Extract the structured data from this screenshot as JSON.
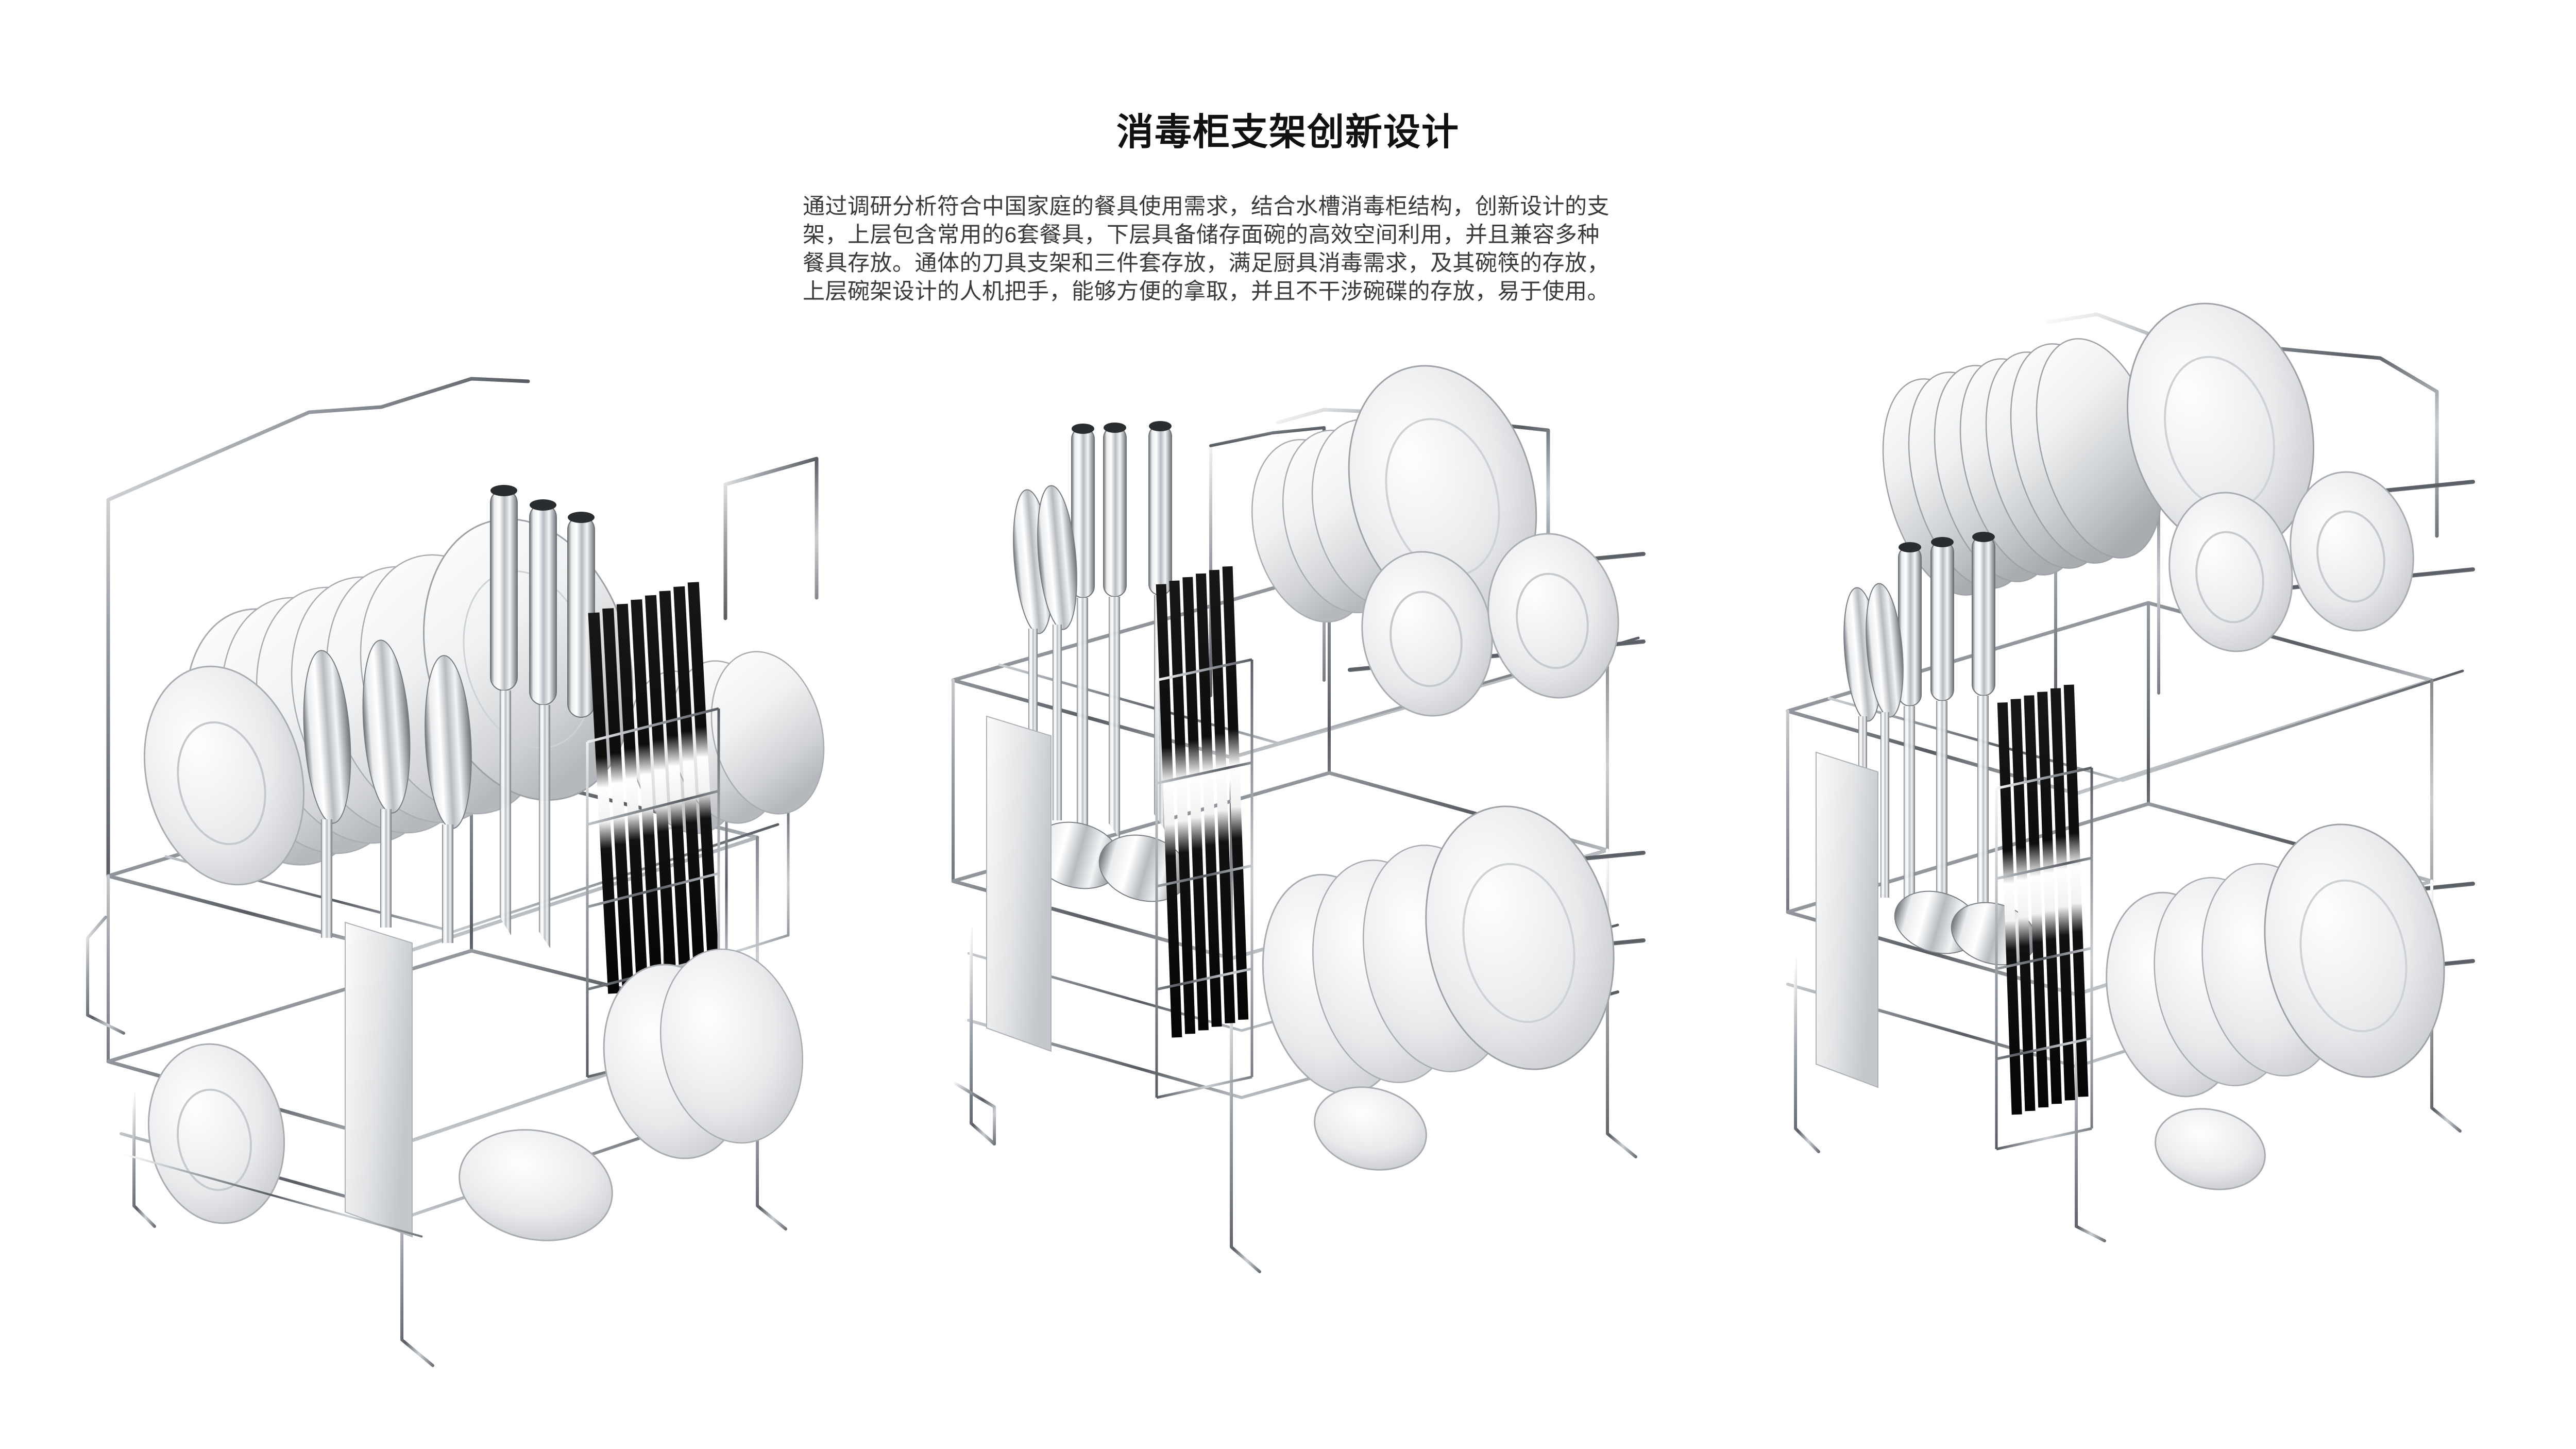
{
  "document": {
    "background_color": "#ffffff",
    "title": "消毒柜支架创新设计",
    "body_paragraph": "通过调研分析符合中国家庭的餐具使用需求，结合水槽消毒柜结构，创新设计的支架，上层包含常用的6套餐具，下层具备储存面碗的高效空间利用，并且兼容多种餐具存放。通体的刀具支架和三件套存放，满足厨具消毒需求，及其碗筷的存放，上层碗架设计的人机把手，能够方便的拿取，并且不干涉碗碟的存放，易于使用。",
    "body_lines": [
      "通过调研分析符合中国家庭的餐具使用需求，结合水槽消毒柜结构，创新设计的支",
      "架，上层包含常用的6套餐具，下层具备储存面碗的高效空间利用，并且兼容多种",
      "餐具存放。通体的刀具支架和三件套存放，满足厨具消毒需求，及其碗筷的存放，",
      "上层碗架设计的人机把手，能够方便的拿取，并且不干涉碗碟的存放，易于使用。"
    ],
    "title_color": "#111111",
    "body_color": "#3a3a3a"
  },
  "renders": [
    {
      "id": "render-left",
      "caption": "",
      "view": "三分之四左视图",
      "contents": [
        "叠放盘碟",
        "刀具手柄",
        "餐具三件套",
        "黑色筷子",
        "下层面碗"
      ]
    },
    {
      "id": "render-center",
      "caption": "",
      "view": "三分之四正视图",
      "contents": [
        "上层碗架",
        "叠放盘碟",
        "刀具手柄",
        "黑色筷子",
        "下层面碗"
      ]
    },
    {
      "id": "render-right",
      "caption": "",
      "view": "三分之四右视图",
      "contents": [
        "叠放盘碟",
        "刀具手柄",
        "黑色筷子",
        "上层碗架",
        "下层面碗"
      ]
    }
  ],
  "materials": {
    "wire_chrome_light": "#f4f5f7",
    "wire_chrome_mid": "#9aa0a6",
    "wire_chrome_dark": "#4a4f55",
    "steel_light": "#f2f3f5",
    "steel_mid": "#b9bec4",
    "steel_dark": "#6d7278",
    "ceramic_light": "#ffffff",
    "ceramic_mid": "#e6e7e9",
    "ceramic_shadow": "#b9bbbe",
    "chopstick_black": "#141414",
    "chopstick_highlight": "#ffffff"
  }
}
